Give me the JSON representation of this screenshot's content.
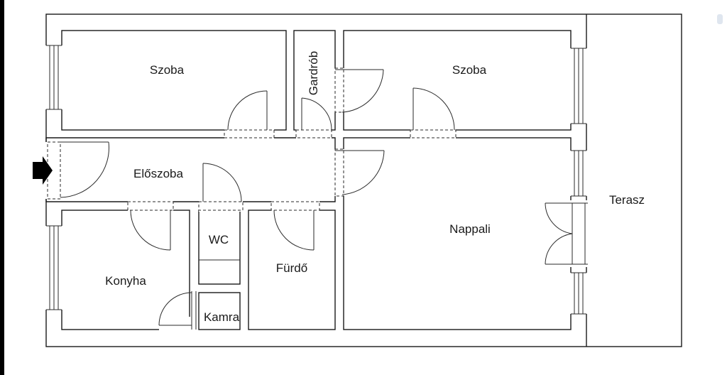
{
  "rooms": {
    "szoba_left": "Szoba",
    "gardrob": "Gardrób",
    "szoba_right": "Szoba",
    "eloszoba": "Előszoba",
    "nappali": "Nappali",
    "terasz": "Terasz",
    "wc": "WC",
    "furdo": "Fürdő",
    "konyha": "Konyha",
    "kamra": "Kamra"
  },
  "colors": {
    "line": "#1a1a1a",
    "background": "#ffffff",
    "entrance_arrow": "#000000"
  },
  "icons": {
    "entrance": "entrance-arrow-icon"
  }
}
